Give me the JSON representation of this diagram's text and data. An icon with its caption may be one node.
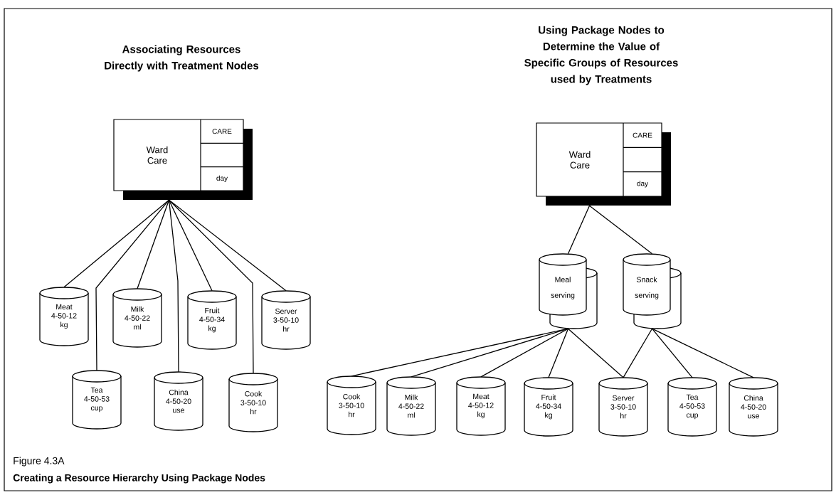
{
  "diagram": {
    "caption": "Creating a Resource Hierarchy Using Package Nodes",
    "nodes": [
      {
        "text": [
          "Ward Care",
          "CARE",
          "day"
        ]
      },
      {
        "text": [
          "Meat",
          "4-50-12",
          "kg"
        ]
      },
      {
        "text": [
          "Milk",
          "4-50-22",
          "ml"
        ]
      },
      {
        "text": [
          "Fruit",
          "4-50-34",
          "kg"
        ]
      },
      {
        "text": [
          "Server",
          "3-50-10",
          "hr"
        ]
      },
      {
        "text": [
          "Tea",
          "4-50-53",
          "cup"
        ]
      },
      {
        "text": [
          "China",
          "4-50-20",
          "use"
        ]
      },
      {
        "text": [
          "Cook",
          "3-50-10",
          "hr"
        ]
      },
      {
        "text": [
          "Ward Care",
          "CARE",
          "day"
        ]
      },
      {
        "text": [
          "Meal serving"
        ]
      },
      {
        "text": [
          "Snack serving"
        ]
      },
      {
        "text": [
          "Cook",
          "3-50-10",
          "hr"
        ]
      },
      {
        "text": [
          "Milk",
          "4-50-22",
          "ml"
        ]
      },
      {
        "text": [
          "Meat",
          "4-50-12",
          "kg"
        ]
      },
      {
        "text": [
          "Fruit",
          "4-50-34",
          "kg"
        ]
      },
      {
        "text": [
          "Server",
          "3-50-10",
          "hr"
        ]
      },
      {
        "text": [
          "Tea",
          "4-50-53",
          "cup"
        ]
      },
      {
        "text": [
          "China",
          "4-50-20",
          "use"
        ]
      }
    ],
    "edges": [
      {
        "from": 0,
        "to": 1,
        "arrow": "none"
      },
      {
        "from": 0,
        "to": 2,
        "arrow": "none"
      },
      {
        "from": 0,
        "to": 3,
        "arrow": "none"
      },
      {
        "from": 0,
        "to": 4,
        "arrow": "none"
      },
      {
        "from": 0,
        "to": 5,
        "arrow": "none"
      },
      {
        "from": 0,
        "to": 6,
        "arrow": "none"
      },
      {
        "from": 0,
        "to": 7,
        "arrow": "none"
      },
      {
        "from": 8,
        "to": 9,
        "arrow": "none"
      },
      {
        "from": 8,
        "to": 10,
        "arrow": "none"
      },
      {
        "from": 9,
        "to": 11,
        "arrow": "none"
      },
      {
        "from": 9,
        "to": 12,
        "arrow": "none"
      },
      {
        "from": 9,
        "to": 13,
        "arrow": "none"
      },
      {
        "from": 9,
        "to": 14,
        "arrow": "none"
      },
      {
        "from": 9,
        "to": 15,
        "arrow": "none"
      },
      {
        "from": 10,
        "to": 15,
        "arrow": "none"
      },
      {
        "from": 10,
        "to": 16,
        "arrow": "none"
      },
      {
        "from": 10,
        "to": 17,
        "arrow": "none"
      }
    ],
    "labels": [
      "Associating Resources Directly with Treatment Nodes",
      "Using Package Nodes to Determine the Value of Specific Groups of Resources used by Treatments",
      "Figure 4.3A"
    ]
  }
}
